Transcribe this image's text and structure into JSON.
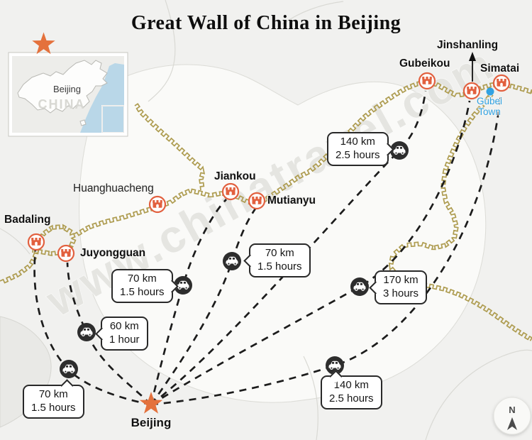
{
  "title": "Great Wall of China in Beijing",
  "watermark": "www.chinatravel.com",
  "inset_map": {
    "country_label": "CHINA",
    "capital_label": "Beijing"
  },
  "sections": [
    {
      "name": "Badaling"
    },
    {
      "name": "Juyongguan"
    },
    {
      "name": "Huanghuacheng"
    },
    {
      "name": "Jiankou"
    },
    {
      "name": "Mutianyu"
    },
    {
      "name": "Gubeikou"
    },
    {
      "name": "Jinshanling"
    },
    {
      "name": "Simatai"
    }
  ],
  "town": {
    "line1": "Gubei",
    "line2": "Town"
  },
  "capital": {
    "label": "Beijing"
  },
  "routes": [
    {
      "section": "Badaling",
      "distance": "70 km",
      "duration": "1.5 hours"
    },
    {
      "section": "Juyongguan",
      "distance": "60 km",
      "duration": "1 hour"
    },
    {
      "section": "Jiankou",
      "distance": "70 km",
      "duration": "1.5 hours"
    },
    {
      "section": "Mutianyu",
      "distance": "70 km",
      "duration": "1.5 hours"
    },
    {
      "section": "Gubeikou",
      "distance": "140 km",
      "duration": "2.5 hours"
    },
    {
      "section": "Jinshanling",
      "distance": "170 km",
      "duration": "3 hours"
    },
    {
      "section": "Simatai",
      "distance": "140 km",
      "duration": "2.5 hours"
    }
  ],
  "compass": {
    "label": "N"
  },
  "colors": {
    "wall": "#ae9c50",
    "marker": "#e2603f",
    "star": "#e4713c",
    "route": "#1c1c1c",
    "town_blue": "#31a2e2",
    "sea": "#b9d7e8"
  }
}
